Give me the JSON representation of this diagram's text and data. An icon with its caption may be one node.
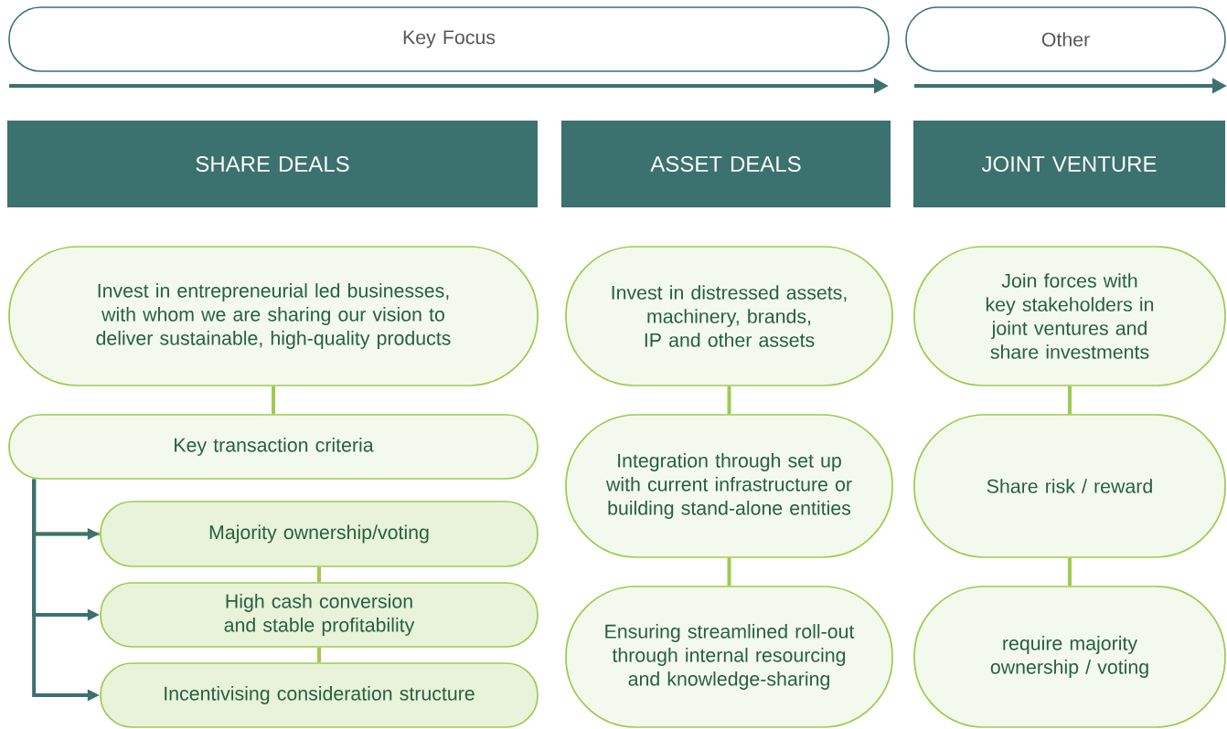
{
  "diagram": {
    "nodes": [
      {
        "text": [
          "Key Focus"
        ]
      },
      {
        "text": [
          "Other"
        ]
      },
      {
        "text": [
          "SHARE DEALS"
        ]
      },
      {
        "text": [
          "ASSET DEALS"
        ]
      },
      {
        "text": [
          "JOINT VENTURE"
        ]
      },
      {
        "text": [
          "Invest in entrepreneurial led businesses, with whom we are sharing our vision to deliver sustainable, high-quality products"
        ]
      },
      {
        "text": [
          "Key transaction criteria"
        ]
      },
      {
        "text": [
          "Majority ownership/voting"
        ]
      },
      {
        "text": [
          "High cash conversion and stable profitability"
        ]
      },
      {
        "text": [
          "Incentivising consideration structure"
        ]
      },
      {
        "text": [
          "Invest in distressed assets, machinery, brands, IP and other assets"
        ]
      },
      {
        "text": [
          "Integration through set up with current infrastructure or building stand-alone entities"
        ]
      },
      {
        "text": [
          "Ensuring streamlined roll-out through internal resourcing and knowledge-sharing"
        ]
      },
      {
        "text": [
          "Join forces with key stakeholders in joint ventures and share investments"
        ]
      },
      {
        "text": [
          "Share risk / reward"
        ]
      },
      {
        "text": [
          "require majority ownership / voting"
        ]
      }
    ],
    "edges": [
      {
        "from": 5,
        "to": 6,
        "arrow": "none"
      },
      {
        "from": 6,
        "to": 7,
        "arrow": "none"
      },
      {
        "from": 7,
        "to": 8,
        "arrow": "none"
      },
      {
        "from": 8,
        "to": 9,
        "arrow": "none"
      },
      {
        "from": 6,
        "to": 7,
        "arrow": "to",
        "color": "#3b716f"
      },
      {
        "from": 6,
        "to": 8,
        "arrow": "to",
        "color": "#3b716f"
      },
      {
        "from": 6,
        "to": 9,
        "arrow": "to",
        "color": "#3b716f"
      },
      {
        "from": 10,
        "to": 11,
        "arrow": "none"
      },
      {
        "from": 11,
        "to": 12,
        "arrow": "none"
      },
      {
        "from": 13,
        "to": 14,
        "arrow": "none"
      },
      {
        "from": 14,
        "to": 15,
        "arrow": "none"
      }
    ]
  }
}
